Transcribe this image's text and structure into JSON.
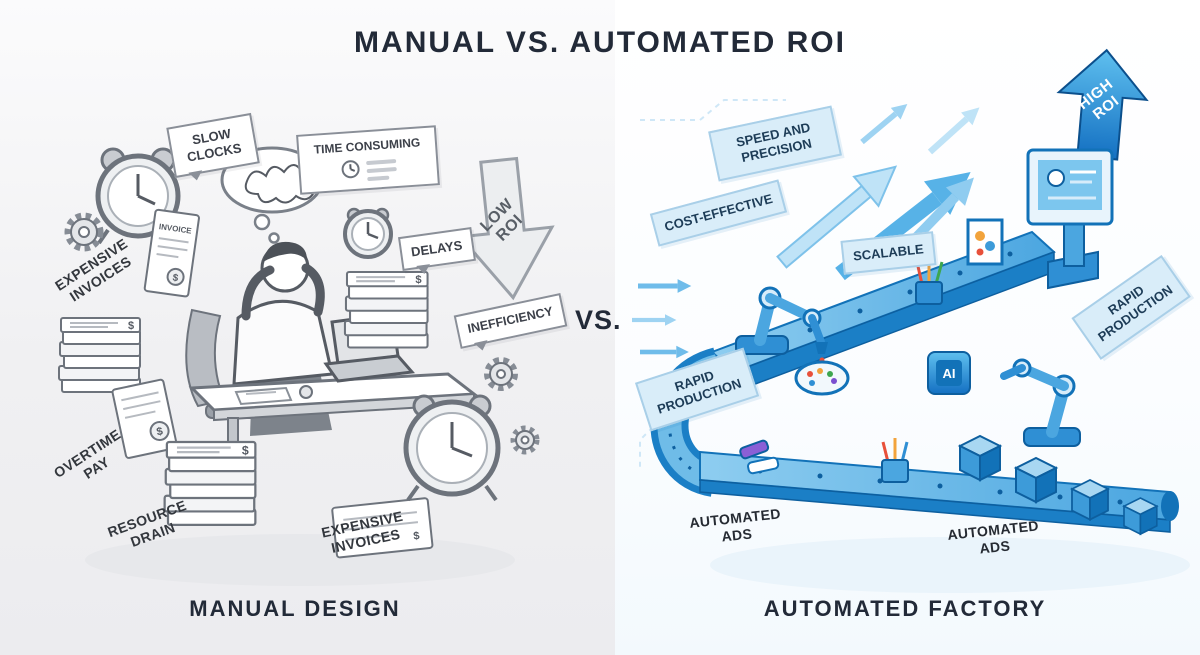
{
  "title": "MANUAL VS. AUTOMATED ROI",
  "vs_label": "VS.",
  "currency": "$",
  "left": {
    "caption": "MANUAL DESIGN",
    "labels": {
      "slow_clocks": "SLOW CLOCKS",
      "time_consuming": "TIME CONSUMING",
      "delays": "DELAYS",
      "inefficiency": "INEFFICIENCY",
      "low_roi": "LOW ROI",
      "expensive_invoices_upper": "EXPENSIVE INVOICES",
      "overtime_pay": "OVERTIME PAY",
      "resource_drain": "RESOURCE DRAIN",
      "expensive_invoices_lower": "EXPENSIVE INVOICES",
      "invoice_doc": "INVOICE"
    }
  },
  "right": {
    "caption": "AUTOMATED FACTORY",
    "labels": {
      "speed_and_precision": "SPEED AND PRECISION",
      "cost_effective": "COST-EFFECTIVE",
      "scalable": "SCALABLE",
      "high_roi": "HIGH ROI",
      "rapid_production_upper": "RAPID PRODUCTION",
      "rapid_production_lower": "RAPID PRODUCTION",
      "automated_ads_left": "AUTOMATED ADS",
      "automated_ads_right": "AUTOMATED ADS",
      "ai_chip": "AI"
    }
  },
  "colors": {
    "accent_blue": "#2f8fd4",
    "deep_blue": "#0d5f9f",
    "light_blue": "#d9edf9",
    "gray_ink": "#3c4049"
  }
}
